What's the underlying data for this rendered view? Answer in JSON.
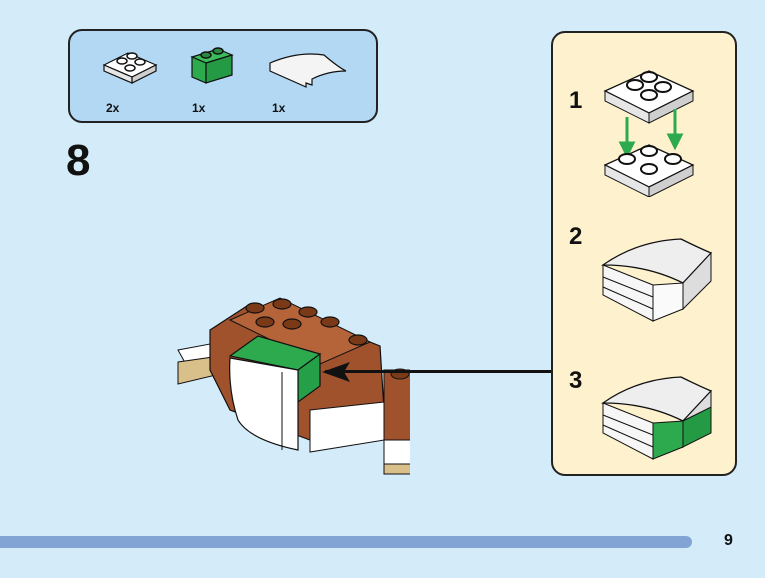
{
  "step": {
    "number": "8"
  },
  "parts_list": {
    "items": [
      {
        "name": "white 2x2 plate",
        "quantity": "2x",
        "color": "#ffffff"
      },
      {
        "name": "green 1x2 brick",
        "quantity": "1x",
        "color": "#2eaa4e"
      },
      {
        "name": "white curved slope",
        "quantity": "1x",
        "color": "#ffffff"
      }
    ]
  },
  "sub_assembly": {
    "steps": [
      {
        "number": "1"
      },
      {
        "number": "2"
      },
      {
        "number": "3"
      }
    ]
  },
  "colors": {
    "background": "#d4ebfa",
    "parts_box": "#b3d8f3",
    "sub_box": "#fdf2cd",
    "brown": "#a0522d",
    "green": "#2eaa4e",
    "tan": "#d9c08a",
    "footer_bar": "#82a4d5"
  },
  "footer": {
    "page_number": "9"
  }
}
